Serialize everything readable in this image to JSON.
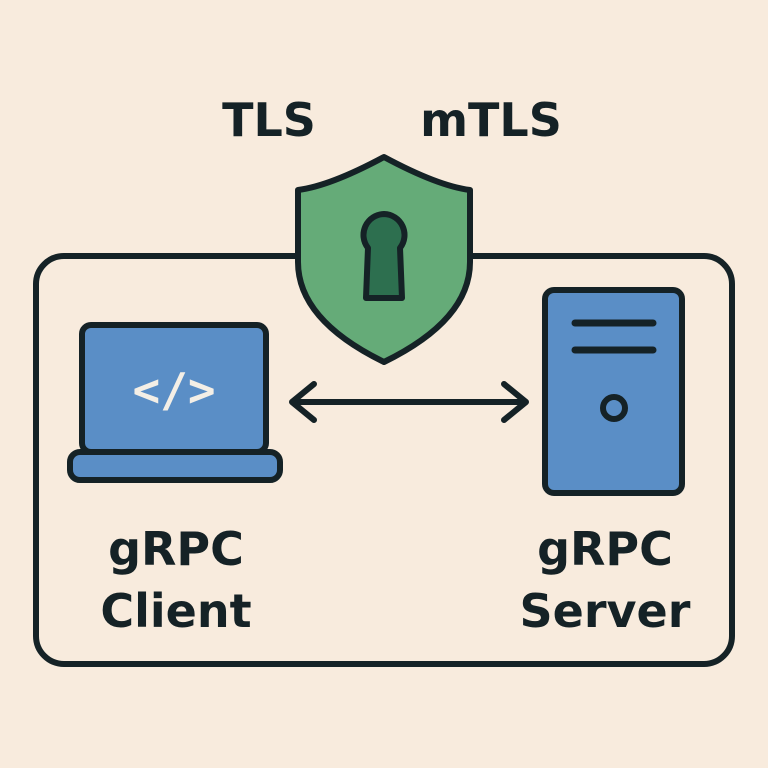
{
  "protocols": {
    "tls": "TLS",
    "mtls": "mTLS"
  },
  "client": {
    "line1": "gRPC",
    "line2": "Client",
    "code_glyph": "</>"
  },
  "server": {
    "line1": "gRPC",
    "line2": "Server"
  },
  "icons": {
    "shield": "shield-keyhole-icon",
    "laptop": "laptop-code-icon",
    "server": "server-tower-icon",
    "arrow": "bidirectional-arrow-icon"
  },
  "colors": {
    "background": "#f8ebdd",
    "outline": "#152226",
    "shield_green": "#65ab78",
    "device_blue": "#5a8ec6",
    "code_white": "#f4efe6"
  }
}
